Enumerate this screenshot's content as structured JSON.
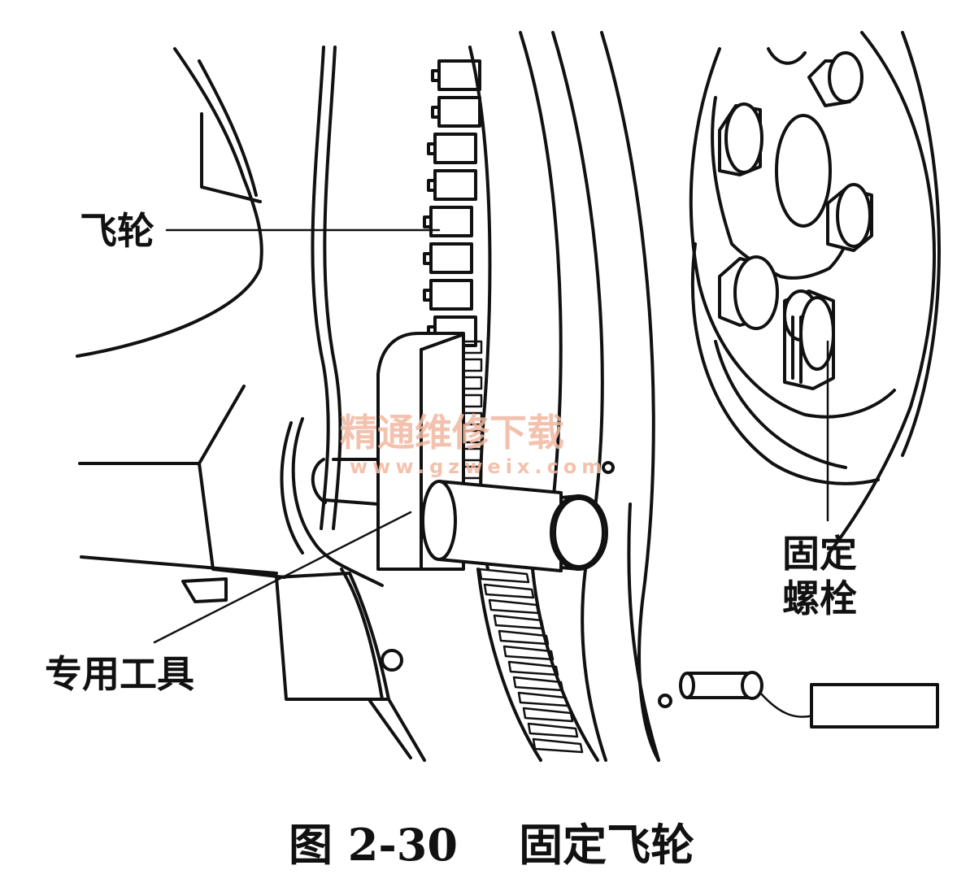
{
  "labels": {
    "flywheel": "飞轮",
    "special_tool": "专用工具",
    "bolt_line1": "固定",
    "bolt_line2": "螺栓"
  },
  "caption": "图 2-30    固定飞轮",
  "watermark": {
    "text": "精通维修下载",
    "url": "www.gzweix.com"
  }
}
